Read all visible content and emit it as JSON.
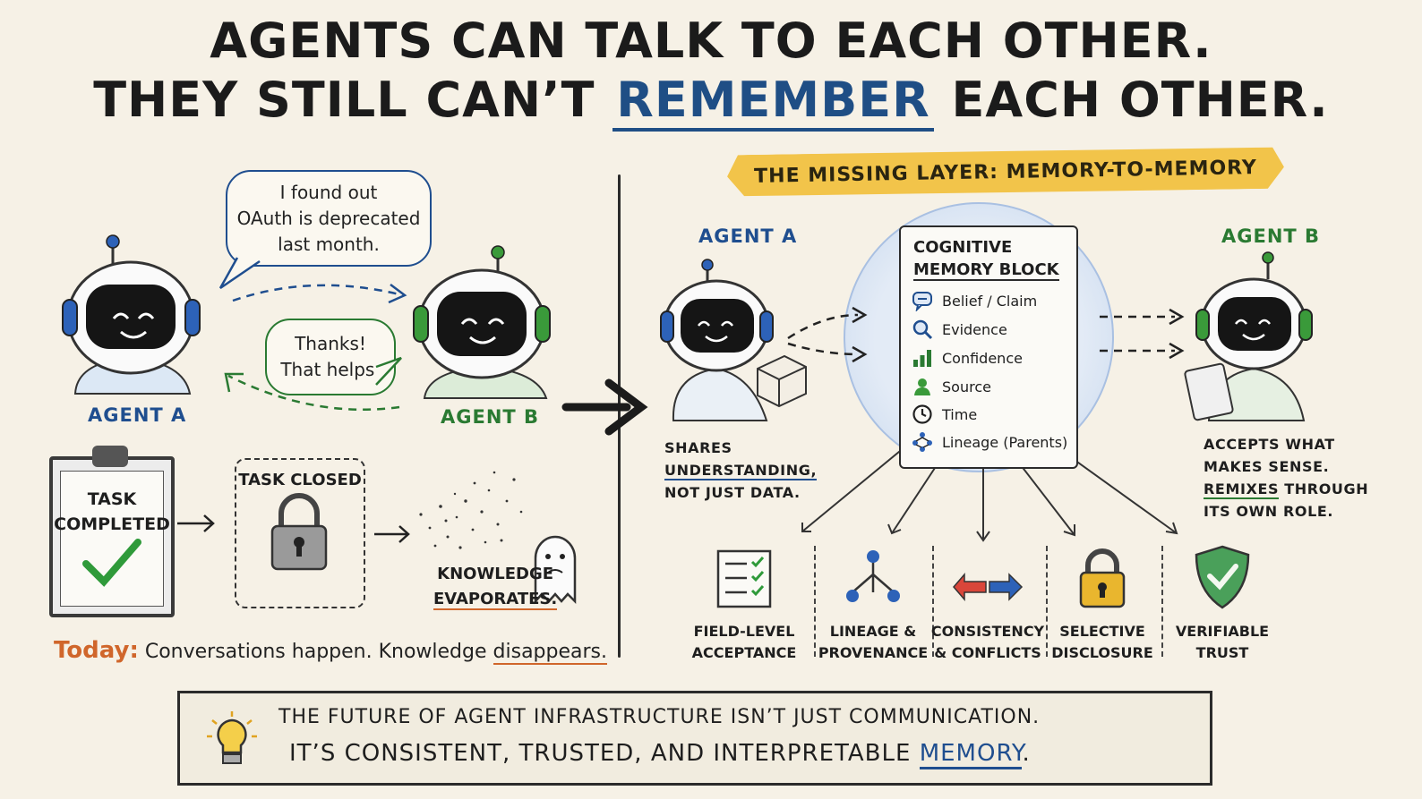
{
  "title": {
    "line1": "AGENTS CAN TALK TO EACH OTHER.",
    "line2_pre": "THEY STILL CAN’T",
    "line2_highlight": "REMEMBER",
    "line2_post": "EACH OTHER."
  },
  "left": {
    "bubble_a": [
      "I found out",
      "OAuth is deprecated",
      "last month."
    ],
    "bubble_b": [
      "Thanks!",
      "That helps."
    ],
    "agent_a_label": "AGENT A",
    "agent_b_label": "AGENT B",
    "clipboard": [
      "TASK",
      "COMPLETED"
    ],
    "task_closed": "TASK CLOSED",
    "evaporates": [
      "KNOWLEDGE",
      "EVAPORATES."
    ],
    "today_label": "Today:",
    "today_text1": "Conversations happen. Knowledge",
    "today_text2": "disappears."
  },
  "right": {
    "banner": "THE MISSING LAYER: MEMORY-TO-MEMORY",
    "agent_a_label": "AGENT A",
    "agent_b_label": "AGENT B",
    "card_title": [
      "COGNITIVE",
      "MEMORY BLOCK"
    ],
    "fields": [
      {
        "icon": "speech-bubble-icon",
        "label": "Belief / Claim"
      },
      {
        "icon": "magnifier-icon",
        "label": "Evidence"
      },
      {
        "icon": "bar-chart-icon",
        "label": "Confidence"
      },
      {
        "icon": "person-icon",
        "label": "Source"
      },
      {
        "icon": "clock-icon",
        "label": "Time"
      },
      {
        "icon": "lineage-graph-icon",
        "label": "Lineage (Parents)"
      }
    ],
    "caption_a": {
      "l1": "SHARES",
      "l2": "UNDERSTANDING,",
      "l3": "NOT JUST DATA."
    },
    "caption_b": {
      "l1": "ACCEPTS WHAT",
      "l2": "MAKES SENSE.",
      "l3a": "REMIXES",
      "l3b": "THROUGH",
      "l4": "ITS OWN ROLE."
    },
    "features": [
      {
        "icon": "checklist-icon",
        "l1": "FIELD-LEVEL",
        "l2": "ACCEPTANCE"
      },
      {
        "icon": "tree-icon",
        "l1": "LINEAGE &",
        "l2": "PROVENANCE"
      },
      {
        "icon": "arrows-icon",
        "l1": "CONSISTENCY",
        "l2": "& CONFLICTS"
      },
      {
        "icon": "padlock-icon",
        "l1": "SELECTIVE",
        "l2": "DISCLOSURE"
      },
      {
        "icon": "shield-check-icon",
        "l1": "VERIFIABLE",
        "l2": "TRUST"
      }
    ]
  },
  "footer": {
    "line1": "THE FUTURE OF AGENT INFRASTRUCTURE ISN’T JUST COMMUNICATION.",
    "line2_pre": "IT’S CONSISTENT, TRUSTED, AND INTERPRETABLE",
    "line2_highlight": "MEMORY",
    "line2_post": "."
  },
  "colors": {
    "blue": "#1f4e8f",
    "green": "#2a7a32",
    "orange": "#d0662b",
    "yellow": "#f2c44a",
    "paper": "#f6f1e6"
  }
}
